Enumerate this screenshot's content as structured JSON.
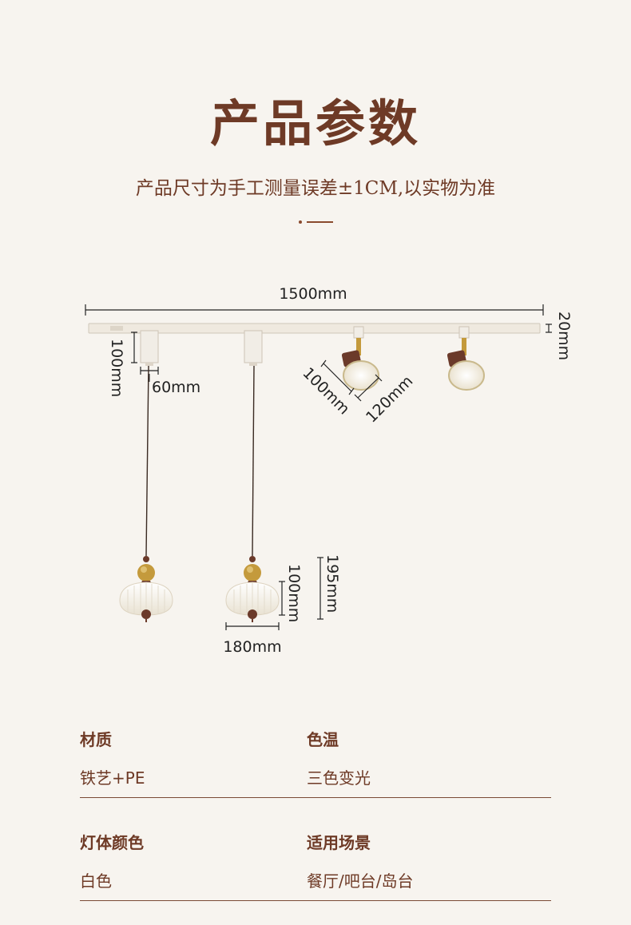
{
  "header": {
    "title": "产品参数",
    "subtitle": "产品尺寸为手工测量误差±1CM,以实物为准"
  },
  "dimensions": {
    "track_length": "1500mm",
    "track_height": "20mm",
    "mount_height": "100mm",
    "mount_width": "60mm",
    "spot_height": "100mm",
    "spot_diameter": "120mm",
    "pendant_total_height": "195mm",
    "shade_height": "100mm",
    "shade_diameter": "180mm"
  },
  "specs": {
    "rows": [
      {
        "left": {
          "label": "材质",
          "value": "铁艺+PE"
        },
        "right": {
          "label": "色温",
          "value": "三色变光"
        }
      },
      {
        "left": {
          "label": "灯体颜色",
          "value": "白色"
        },
        "right": {
          "label": "适用场景",
          "value": "餐厅/吧台/岛台"
        }
      }
    ]
  },
  "colors": {
    "background": "#f7f4ef",
    "accent_brown": "#6e3a26",
    "walnut": "#6b3a2a",
    "brass": "#c49a3c",
    "shade_white": "#f6f1e6"
  }
}
